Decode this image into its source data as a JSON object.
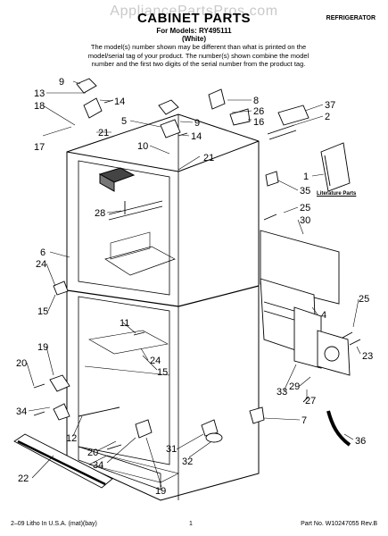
{
  "header": {
    "watermark": "AppliancePartsPros.com",
    "title": "CABINET PARTS",
    "appliance_type": "REFRIGERATOR",
    "models_line": "For Models: RY495111",
    "color_line": "(White)",
    "note": "The model(s) number shown may be different than what is printed on the model/serial tag of your product. The number(s) shown combine the model number and the first two digits of the serial number from the product tag."
  },
  "literature_label": "Literature Parts",
  "callouts": [
    "9",
    "13",
    "14",
    "18",
    "17",
    "5",
    "9",
    "21",
    "14",
    "10",
    "21",
    "8",
    "26",
    "16",
    "37",
    "2",
    "1",
    "35",
    "25",
    "30",
    "28",
    "6",
    "24",
    "15",
    "11",
    "19",
    "20",
    "34",
    "24",
    "15",
    "4",
    "25",
    "23",
    "33",
    "27",
    "29",
    "7",
    "12",
    "20",
    "34",
    "31",
    "32",
    "36",
    "22",
    "19"
  ],
  "footer": {
    "left": "2–09 Litho In U.S.A. (mat)(bay)",
    "page": "1",
    "part_number": "Part No. W10247055 Rev.B"
  }
}
